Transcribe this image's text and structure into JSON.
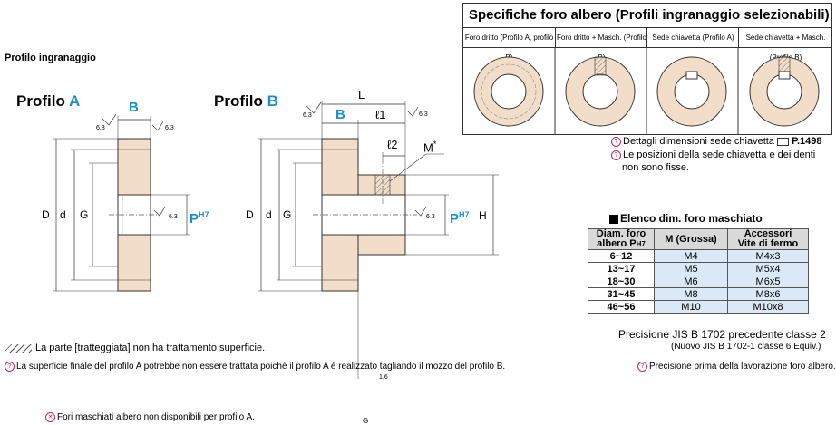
{
  "section_label": "Profilo ingranaggio",
  "profile_a": {
    "title": "Profilo",
    "letter": "A"
  },
  "profile_b": {
    "title": "Profilo",
    "letter": "B"
  },
  "dims": {
    "B": "B",
    "D": "D",
    "d": "d",
    "G": "G",
    "P": "P",
    "H7": "H7",
    "L": "L",
    "l1": "ℓ1",
    "l2": "ℓ2",
    "M": "M",
    "M_star": "*",
    "H": "H",
    "r63": "6.3",
    "r16": "1.6",
    "G_ref": "G"
  },
  "note_a": "Fori maschiati albero non disponibili per profilo A.",
  "footnotes": {
    "hatched": "La parte [tratteggiata] non ha trattamento superficie.",
    "surface": "La superficie finale del profilo A potrebbe non essere trattata poiché il profilo A è realizzato tagliando il mozzo del profilo B."
  },
  "spec": {
    "title": "Specifiche foro albero (Profili ingranaggio selezionabili)",
    "columns": [
      "Foro dritto (Profilo A, profilo B)",
      "Foro dritto + Masch. (Profilo B)",
      "Sede chiavetta (Profilo A)",
      "Sede chiavetta + Masch. (Profilo B)"
    ]
  },
  "spec_notes": {
    "keyway": "Dettagli dimensioni sede chiavetta",
    "page_ref": "P.1498",
    "positions_1": "Le posizioni della sede chiavetta e dei denti",
    "positions_2": "non sono fisse."
  },
  "tapped": {
    "title": "Elenco dim. foro maschiato",
    "headers": {
      "diam_1": "Diam. foro",
      "diam_2": "albero P",
      "diam_sub": "H7",
      "m": "M (Grossa)",
      "acc_1": "Accessori",
      "acc_2": "Vite di fermo"
    },
    "rows": [
      [
        "6~12",
        "M4",
        "M4x3"
      ],
      [
        "13~17",
        "M5",
        "M5x4"
      ],
      [
        "18~30",
        "M6",
        "M6x5"
      ],
      [
        "31~45",
        "M8",
        "M8x6"
      ],
      [
        "46~56",
        "M10",
        "M10x8"
      ]
    ]
  },
  "precision": {
    "line1": "Precisione JIS B 1702 precedente classe 2",
    "line2": "(Nuovo JIS B 1702-1 classe 6 Equiv.)",
    "line3": "Precisione prima della lavorazione foro albero."
  }
}
